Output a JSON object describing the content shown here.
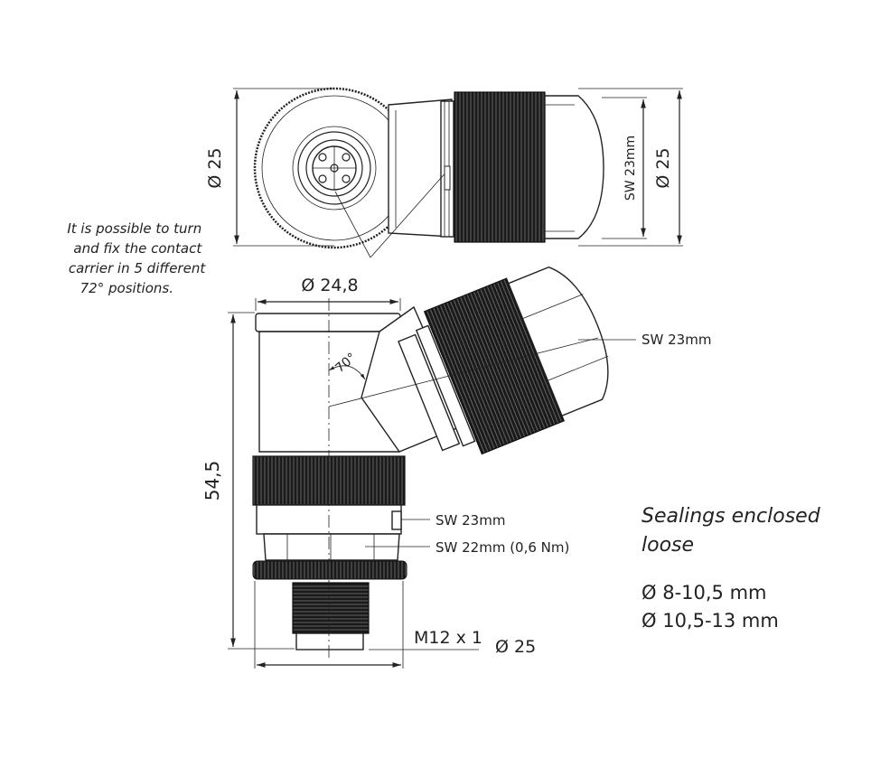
{
  "labels": {
    "top_left_dia": "Ø 25",
    "top_right_dia": "Ø 25",
    "top_sw": "SW 23mm",
    "turn_note": [
      "It is possible to turn",
      "and fix the contact",
      "carrier in 5 different",
      "72° positions."
    ],
    "width_dia": "Ø 24,8",
    "angle": "70°",
    "side_sw": "SW 23mm",
    "height": "54,5",
    "lower_sw1": "SW 23mm",
    "lower_sw2": "SW 22mm (0,6 Nm)",
    "thread": "M12 x 1",
    "bottom_dia": "Ø 25"
  },
  "notes": {
    "sealing_title": [
      "Sealings enclosed",
      "loose"
    ],
    "seal_options": [
      "Ø 8-10,5 mm",
      "Ø 10,5-13 mm"
    ]
  }
}
